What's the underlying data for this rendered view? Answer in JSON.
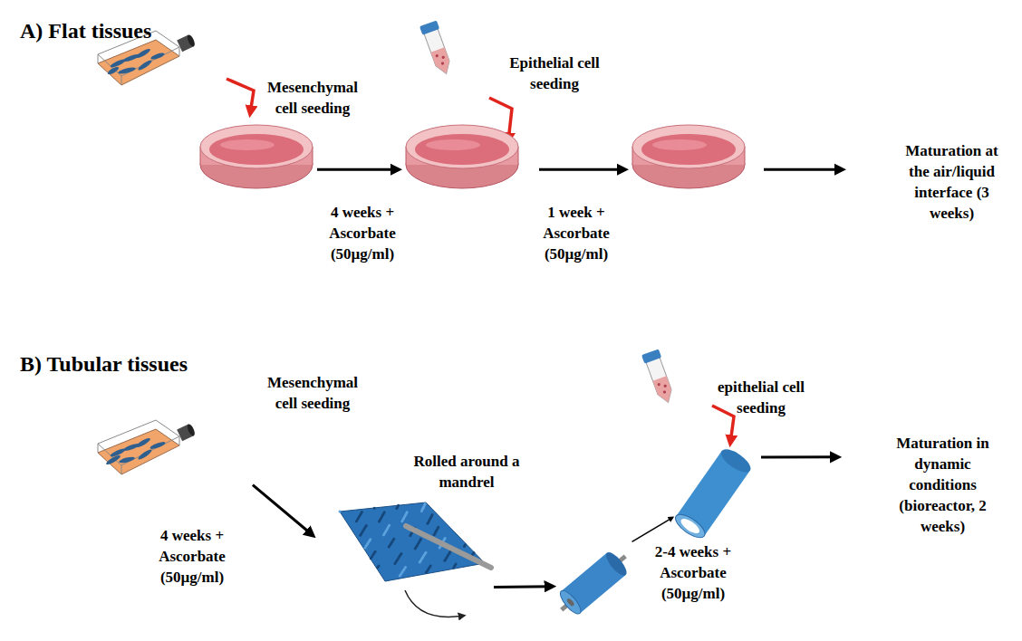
{
  "diagram": {
    "nodes": [
      {
        "text": [
          "Mesenchymal cell seeding"
        ]
      },
      {
        "text": [
          "Epithelial cell seeding"
        ]
      },
      {
        "text": []
      },
      {
        "text": [
          "Maturation at the air/liquid interface (3 weeks)"
        ]
      },
      {
        "text": [
          "Mesenchymal cell seeding"
        ]
      },
      {
        "text": [
          "Rolled around a mandrel"
        ]
      },
      {
        "text": []
      },
      {
        "text": [
          "epithelial cell seeding"
        ]
      },
      {
        "text": [
          "Maturation in dynamic conditions (bioreactor, 2 weeks)"
        ]
      }
    ],
    "edges": [
      {
        "from": 0,
        "to": 1,
        "arrow": "to",
        "label": "4 weeks + Ascorbate (50µg/ml)"
      },
      {
        "from": 1,
        "to": 2,
        "arrow": "to",
        "label": "1 week + Ascorbate (50µg/ml)"
      },
      {
        "from": 2,
        "to": 3,
        "arrow": "to"
      },
      {
        "from": 4,
        "to": 5,
        "arrow": "to",
        "label": "4 weeks + Ascorbate (50µg/ml)"
      },
      {
        "from": 5,
        "to": 6,
        "arrow": "to"
      },
      {
        "from": 6,
        "to": 7,
        "arrow": "to",
        "label": "2-4 weeks + Ascorbate (50µg/ml)"
      },
      {
        "from": 7,
        "to": 8,
        "arrow": "to"
      }
    ],
    "labels": [
      "A) Flat tissues",
      "B) Tubular tissues"
    ]
  }
}
